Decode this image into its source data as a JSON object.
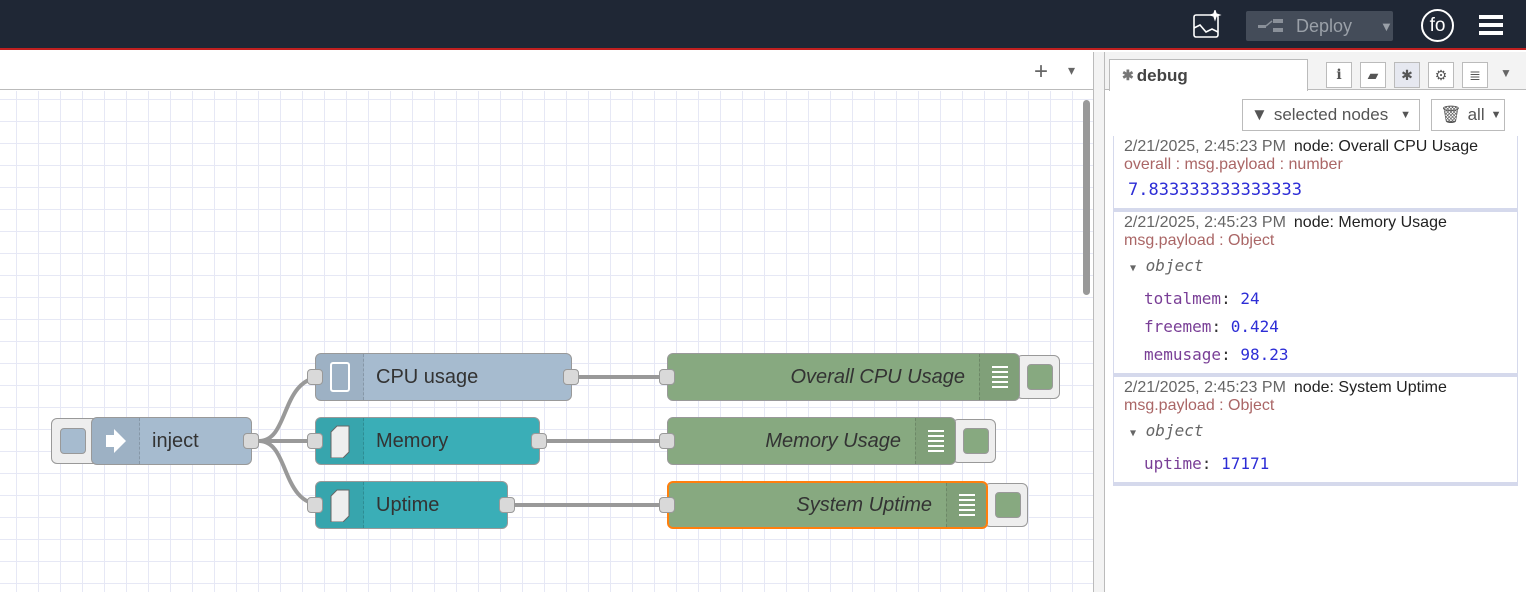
{
  "header": {
    "deploy_label": "Deploy",
    "user_initials": "fo",
    "icons": [
      "flow-image-icon",
      "deploy-icon",
      "menu-icon"
    ]
  },
  "canvas": {
    "add_label": "+",
    "menu_label": "▾",
    "nodes": {
      "inject": "inject",
      "cpu": "CPU usage",
      "memory": "Memory",
      "uptime": "Uptime",
      "debug_cpu": "Overall CPU Usage",
      "debug_mem": "Memory Usage",
      "debug_uptime": "System Uptime"
    },
    "colors": {
      "inject": "#a6bbcf",
      "os": "#3aaeb7",
      "debug": "#87a980",
      "selected": "#ff7f0e"
    }
  },
  "sidebar": {
    "tab_label": "debug",
    "filter_label": "selected nodes",
    "clear_label": "all",
    "messages": [
      {
        "time": "2/21/2025, 2:45:23 PM",
        "node": "node: Overall CPU Usage",
        "topic": "overall : msg.payload : number",
        "value": "7.833333333333333"
      },
      {
        "time": "2/21/2025, 2:45:23 PM",
        "node": "node: Memory Usage",
        "topic": "msg.payload : Object",
        "type": "object",
        "props": [
          {
            "k": "totalmem",
            "v": "24"
          },
          {
            "k": "freemem",
            "v": "0.424"
          },
          {
            "k": "memusage",
            "v": "98.23"
          }
        ]
      },
      {
        "time": "2/21/2025, 2:45:23 PM",
        "node": "node: System Uptime",
        "topic": "msg.payload : Object",
        "type": "object",
        "props": [
          {
            "k": "uptime",
            "v": "17171"
          }
        ]
      }
    ]
  }
}
